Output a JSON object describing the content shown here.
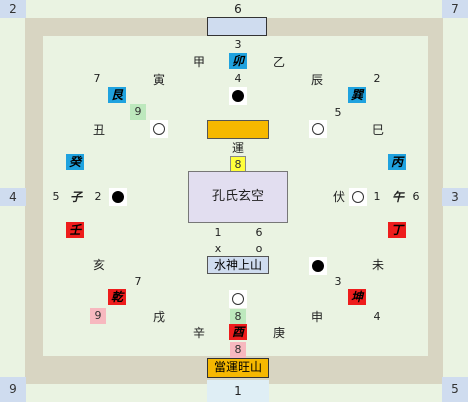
{
  "corners": {
    "tl": "2",
    "tr": "7",
    "ml": "4",
    "mr": "3",
    "bl": "9",
    "br": "5"
  },
  "edges": {
    "top": "6",
    "bottom": "1"
  },
  "center": {
    "label": "孔氏玄空"
  },
  "top_bar": {
    "label": ""
  },
  "inner_top": {
    "number": "3",
    "mountain_left": "甲",
    "trigram": "卯",
    "mountain_right": "乙"
  },
  "mid_top": {
    "number": "4",
    "yun_label": "運",
    "yun_number": "8"
  },
  "upper_left": {
    "number": "7",
    "mountain": "寅",
    "trigram": "艮",
    "chip": "9",
    "branch": "丑"
  },
  "upper_right": {
    "number": "2",
    "mountain": "辰",
    "trigram": "巽",
    "number2": "5",
    "branch": "巳"
  },
  "left": {
    "trigram_top": "癸",
    "num_a": "5",
    "trigram": "子",
    "num_b": "2",
    "trigram_bottom": "壬"
  },
  "right": {
    "trigram_top": "丙",
    "fu": "伏",
    "num_a": "1",
    "trigram": "午",
    "num_b": "6",
    "trigram_bottom": "丁"
  },
  "below_center": {
    "n1": "1",
    "n2": "6",
    "x": "x",
    "o": "o",
    "label": "水神上山"
  },
  "lower_left": {
    "branch": "亥",
    "number": "7",
    "trigram": "乾",
    "chip": "9",
    "mountain": "戌"
  },
  "lower_right": {
    "branch": "未",
    "number": "3",
    "trigram": "坤",
    "number2": "4",
    "mountain": "申"
  },
  "bottom": {
    "chip_top": "8",
    "mountain_left": "辛",
    "trigram": "酉",
    "mountain_right": "庚",
    "chip_bottom": "8",
    "label": "當運旺山"
  },
  "colors": {
    "trigram_blue": "#1fa2df",
    "trigram_red": "#ee1c1c",
    "gold": "#f6b800",
    "frame": "#d8d5c2",
    "background": "#eaf3e2"
  }
}
